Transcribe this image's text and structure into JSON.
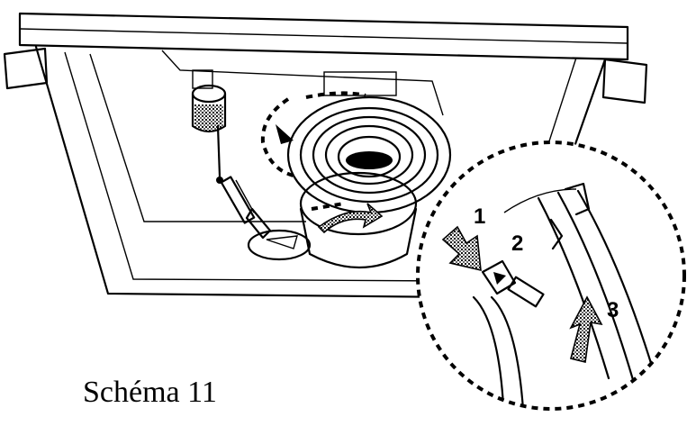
{
  "caption": "Schéma 11",
  "callouts": {
    "step1": "1",
    "step2": "2",
    "step3": "3"
  },
  "colors": {
    "ink": "#000000",
    "paper": "#ffffff",
    "stipple": "#8a8a8a"
  }
}
